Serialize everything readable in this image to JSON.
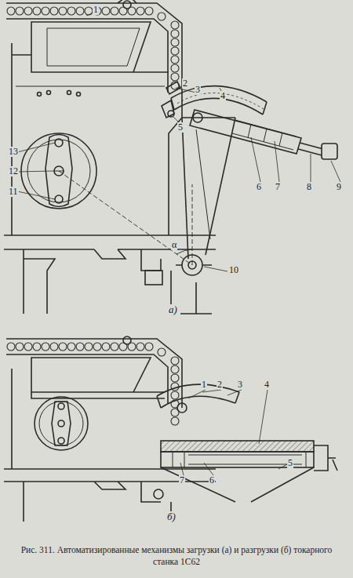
{
  "diagram": {
    "caption": "Рис. 311. Автоматизированные механизмы загрузки (а) и разгрузки (б) токарного станка 1С62",
    "labels": [
      "1",
      "2",
      "3",
      "4",
      "5",
      "6",
      "7",
      "8",
      "9",
      "10",
      "11",
      "12",
      "13",
      "α",
      "а)",
      "1",
      "2",
      "3",
      "4",
      "5",
      "6",
      "7",
      "б)"
    ]
  }
}
